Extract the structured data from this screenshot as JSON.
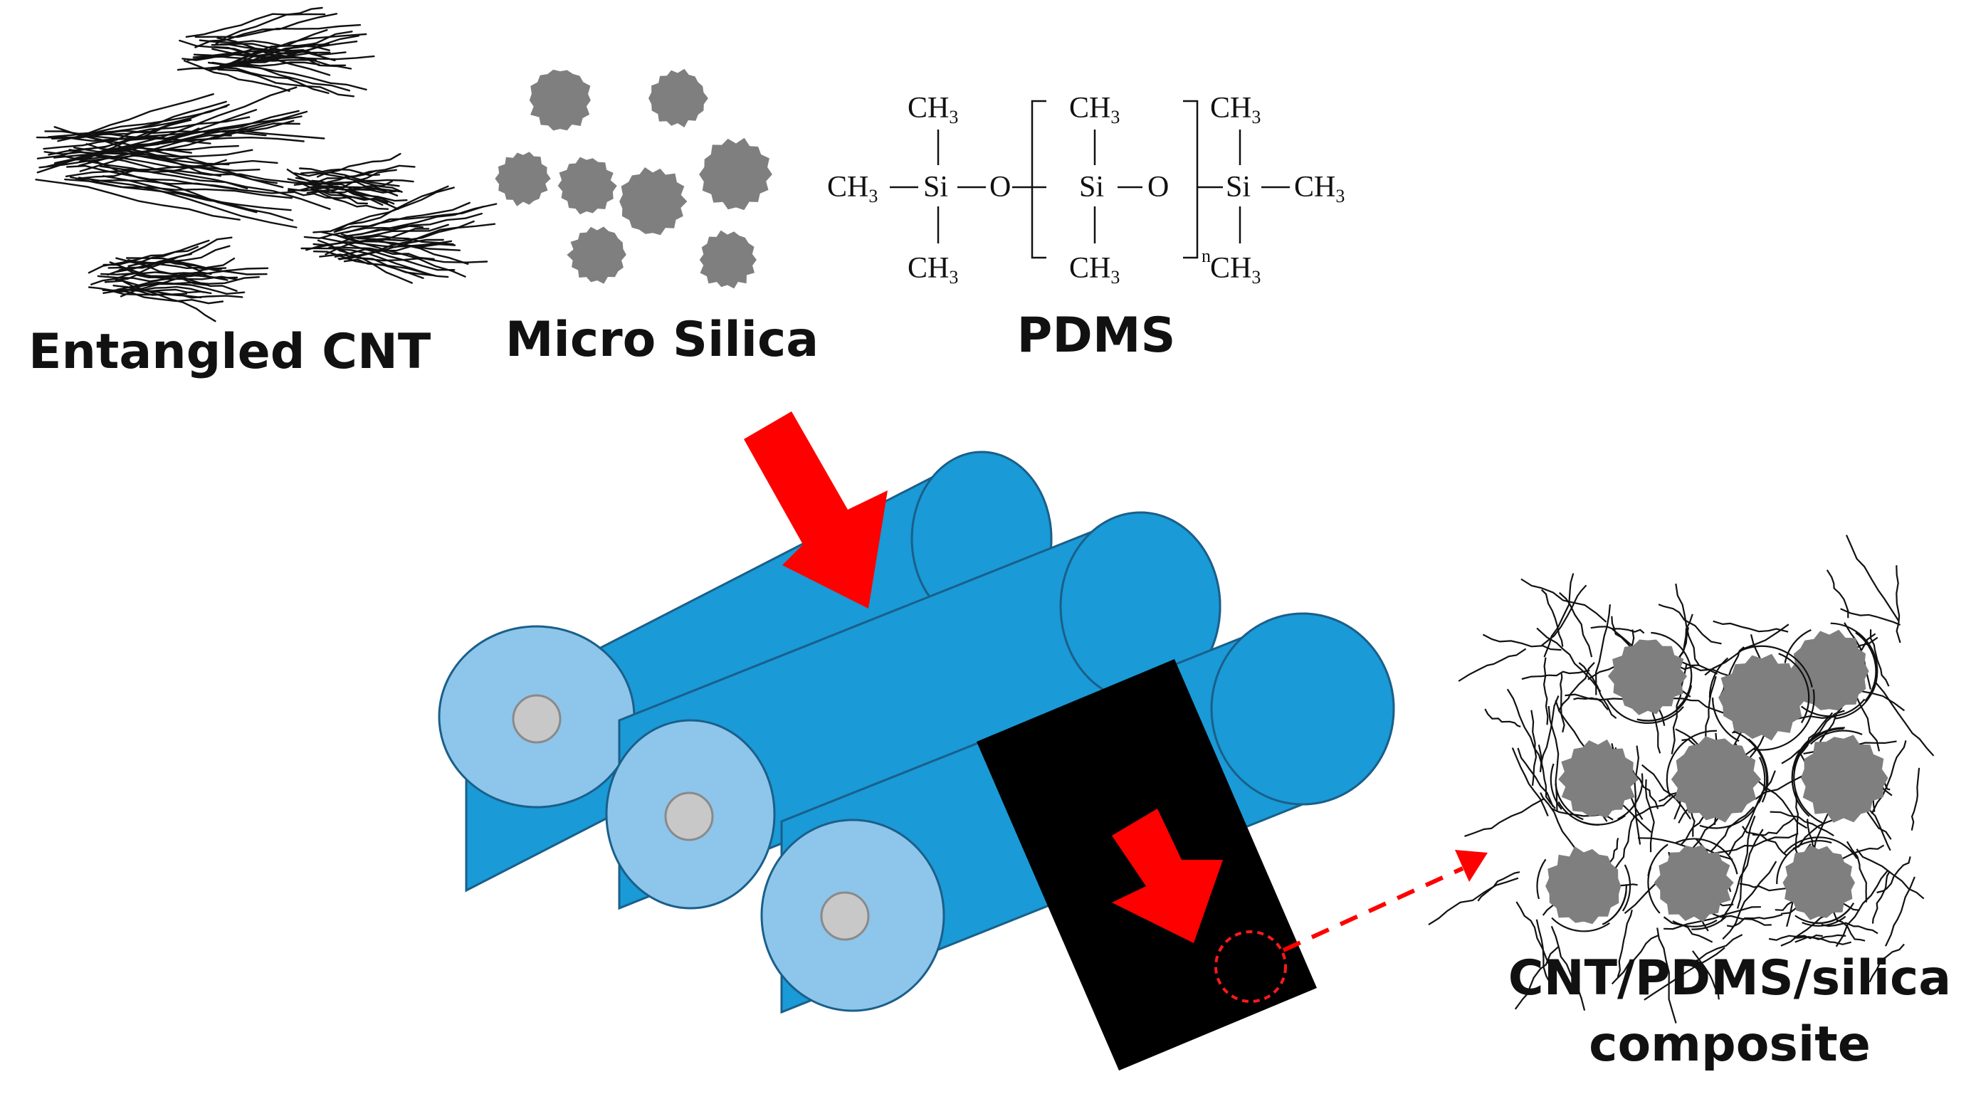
{
  "labels": {
    "cnt": "Entangled CNT",
    "silica": "Micro Silica",
    "pdms": "PDMS",
    "composite_line1": "CNT/PDMS/silica",
    "composite_line2": "composite"
  },
  "pdms_formula": {
    "ch3": "CH",
    "sub3": "3",
    "si": "Si",
    "o": "O",
    "n": "n"
  },
  "colors": {
    "roller_body": "#1a9ad6",
    "roller_end": "#8ec5ea",
    "roller_core": "#c8c8c8",
    "arrow": "#ff0000",
    "silica_particle": "#7f7f7f",
    "sheet": "#000000"
  }
}
